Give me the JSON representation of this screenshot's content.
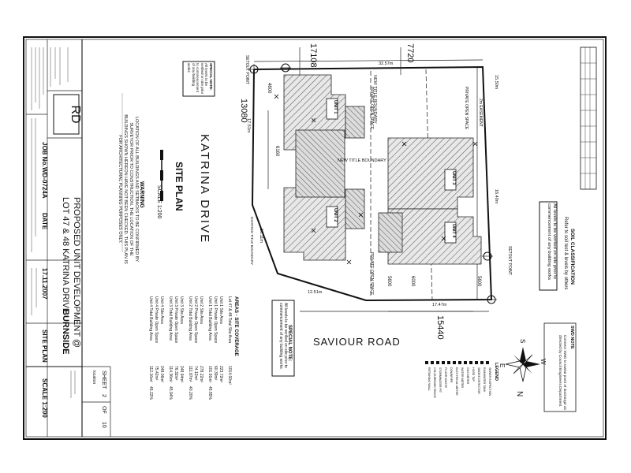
{
  "title_block": {
    "project_line1": "PROPOSED UNIT DEVELOPMENT @",
    "project_line2": "LOT 47 & 48 KATRINA DRIVE",
    "suburb": "BURNSIDE",
    "job_label": "JOB No.",
    "job_no": "WD-0724A",
    "date_label": "DATE",
    "date": "17.11.2007",
    "drawing_name": "SITE PLAN",
    "scale": "SCALE 1:200",
    "sheet_label": "SHEET",
    "sheet_no": "2",
    "sheet_of": "OF",
    "sheet_total": "10",
    "location_label": "location",
    "logo_text": "RD"
  },
  "plan_title": "SITE PLAN",
  "plan_scale": "SCALE 1:200",
  "streets": {
    "north": "KATRINA DRIVE",
    "south": "SAVIOUR ROAD"
  },
  "dimensions": {
    "d17108": "17108",
    "d7720": "7720",
    "d13080": "13080",
    "d15440": "15440",
    "d4600": "4600",
    "d6160": "6160",
    "d5600a": "5600",
    "d5600b": "5600",
    "d6000": "6000",
    "b3257": "32.57m",
    "b1550": "15.50m",
    "b1751": "17.51m",
    "b1640": "16.40m",
    "b1251": "12.51m",
    "b1747": "17.47m",
    "b1850": "15.50m",
    "b1611": "16.11m"
  },
  "units": [
    {
      "label": "UNIT 1"
    },
    {
      "label": "UNIT 2"
    },
    {
      "label": "UNIT 3"
    },
    {
      "label": "UNIT 4"
    }
  ],
  "plan_labels": {
    "new_title_boundary": "NEW TITLE BOUNDARY",
    "private_open_space": "PRIVATE OPEN SPACE",
    "easement": "2m EASEMENT",
    "setout_point": "SETOUT POINT",
    "existing_boundary": "EXISTING TITLE BOUNDARY"
  },
  "notes": {
    "warning_title": "WARNING",
    "warning_text": "LOCATION OF ALL BUILDINGS AND SETBACKS TO BE CONFIRMED BY SURVEYOR PRIOR TO CONSTRUCTION. THE LOCATION OF THE BUILDINGS SHOWN HEREON HAVE NOT BEEN CHECKED. THIS PLAN IS FOR ARCHITECTURAL PLANNING PURPOSES ONLY.",
    "special_title": "SPECIAL NOTE:",
    "special_text": "All levels to be verified on site prior to commencement of any building works",
    "soil_title": "SOIL CLASSIFICATION",
    "soil_text": "Refer to soil test & levels by others",
    "levels_note": "All levels to be verified on site prior to commencement of any building works",
    "swd_title": "SWD NOTE",
    "swd_text": "Connect SWD to lawful point of discharge as directed by Council Engineers Department."
  },
  "areas": {
    "heading": "AREAS - SITE COVERAGE",
    "rows": [
      {
        "label": "Lot 47 & 48 Total Site Area",
        "value": "1014.00m²",
        "pct": ""
      },
      {
        "label": "Unit 1 Site Area",
        "value": "223.72m²",
        "pct": ""
      },
      {
        "label": "Unit 1 Private Open Space",
        "value": "60.39m²",
        "pct": ""
      },
      {
        "label": "Unit 1 Total Building Area",
        "value": "101.91m²",
        "pct": "45.55%"
      },
      {
        "label": "Unit 2 Site Area",
        "value": "278.22m²",
        "pct": ""
      },
      {
        "label": "Unit 2 Private Open Space",
        "value": "74.12m²",
        "pct": ""
      },
      {
        "label": "Unit 2 Total Building Area",
        "value": "111.87m²",
        "pct": "40.20%"
      },
      {
        "label": "Unit 3 Site Area",
        "value": "248.94m²",
        "pct": ""
      },
      {
        "label": "Unit 3 Private Open Space",
        "value": "76.32m²",
        "pct": ""
      },
      {
        "label": "Unit 3 Total Building Area",
        "value": "114.36m²",
        "pct": "45.94%"
      },
      {
        "label": "Unit 4 Site Area",
        "value": "248.06m²",
        "pct": ""
      },
      {
        "label": "Unit 4 Private Open Space",
        "value": "75.42m²",
        "pct": ""
      },
      {
        "label": "Unit 4 Total Building Area",
        "value": "112.16m²",
        "pct": "45.22%"
      }
    ]
  },
  "legend": {
    "title": "LEGEND",
    "items": [
      "SEWER INSPECTION",
      "RAINWATER TANK",
      "SMOKE DETECTOR",
      "HOSE TAP",
      "GAS METER",
      "WATER METER",
      "ELECTRICAL METER",
      "DOWNPIPE",
      "FLOOR WASTE",
      "STORMWATER PIT",
      "COLOURBOND FENCE",
      "RETAINING WALL"
    ]
  },
  "compass": {
    "n": "N",
    "s": "S",
    "e": "E",
    "w": "W"
  },
  "colors": {
    "paper": "#ffffff",
    "ink": "#111111",
    "hatch": "#444444"
  }
}
